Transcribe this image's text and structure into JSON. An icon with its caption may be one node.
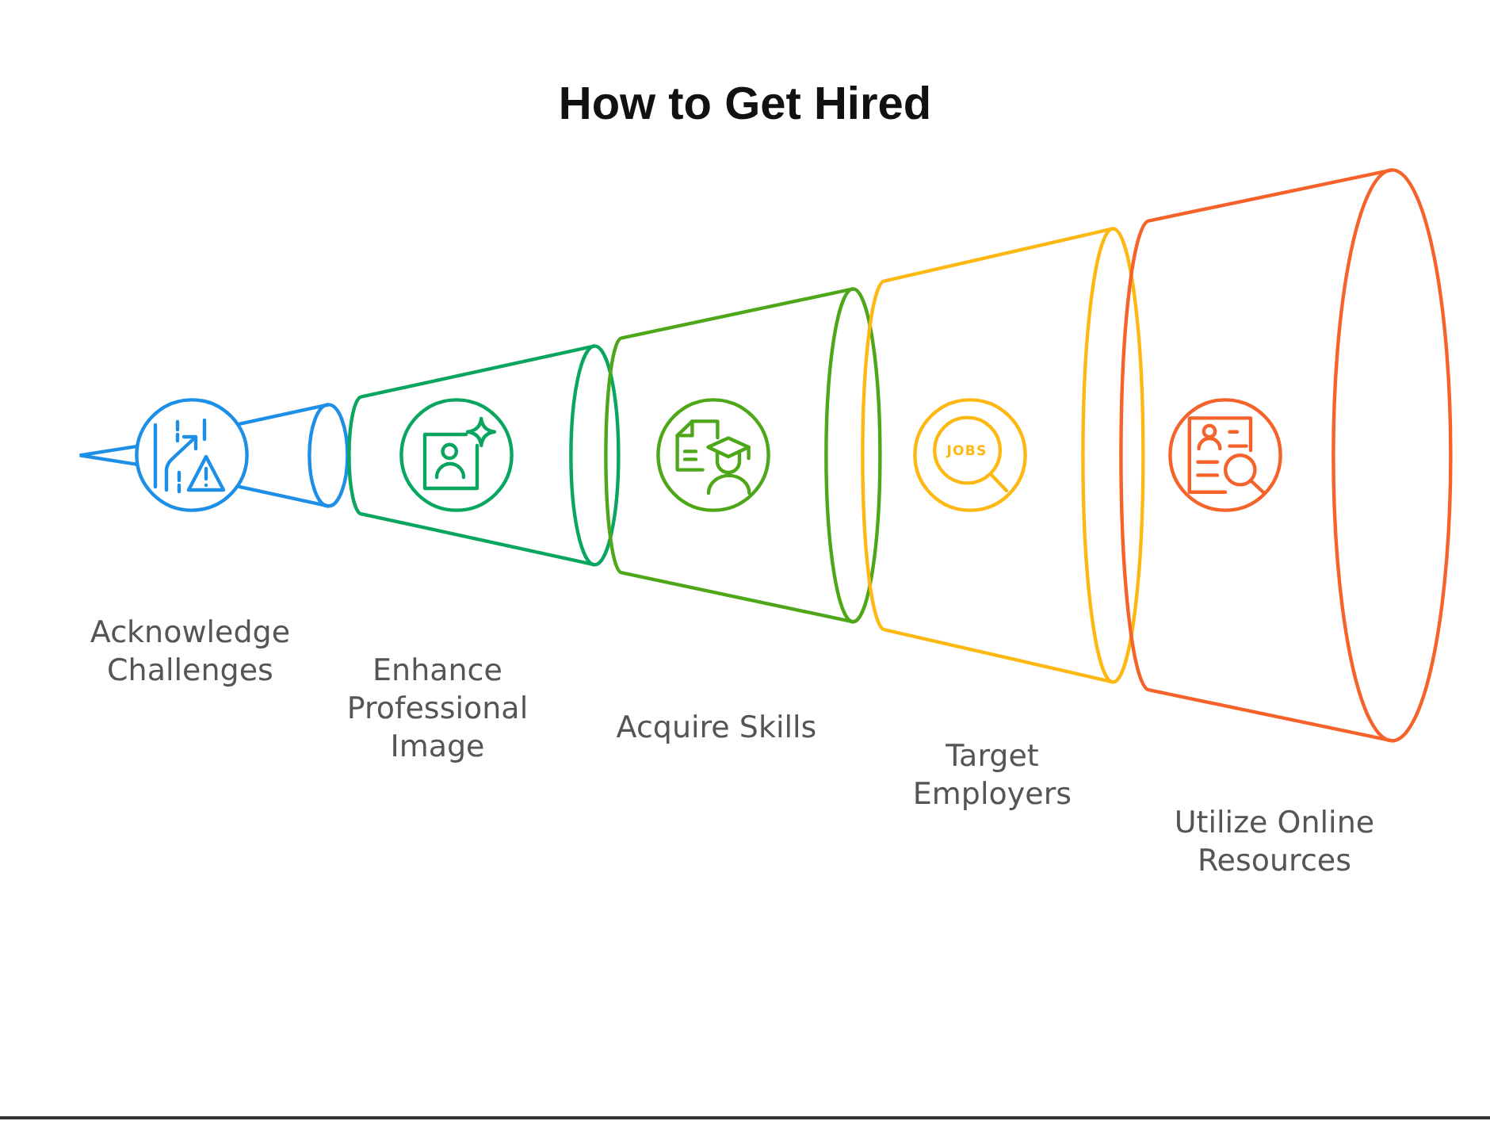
{
  "diagram": {
    "title": "How to Get Hired",
    "nodes": [
      {
        "text": [
          "Acknowledge Challenges"
        ]
      },
      {
        "text": [
          "Enhance Professional Image"
        ]
      },
      {
        "text": [
          "Acquire Skills"
        ]
      },
      {
        "text": [
          "Target Employers"
        ]
      },
      {
        "text": [
          "Utilize Online Resources"
        ]
      }
    ],
    "labels": [
      "JOBS"
    ]
  }
}
